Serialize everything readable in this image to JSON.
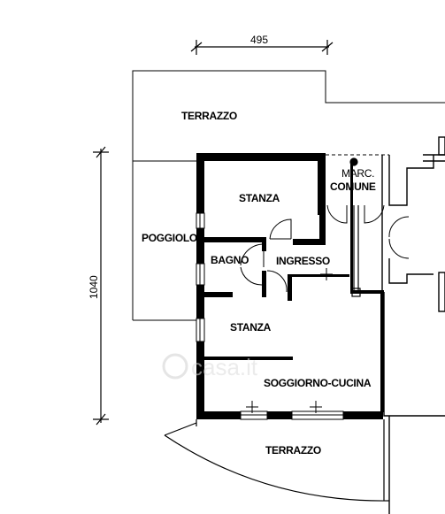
{
  "dimensions": {
    "width_label": "495",
    "height_label": "1040"
  },
  "rooms": {
    "terrazzo_top": "TERRAZZO",
    "poggiolo": "POGGIOLO",
    "stanza_top": "STANZA",
    "bagno": "BAGNO",
    "ingresso": "INGRESSO",
    "marc_comune_line1": "MARC.",
    "marc_comune_line2": "COMUNE",
    "stanza_bottom": "STANZA",
    "soggiorno_cucina": "SOGGIORNO-CUCINA",
    "terrazzo_bottom": "TERRAZZO"
  },
  "watermark": "casa.it"
}
